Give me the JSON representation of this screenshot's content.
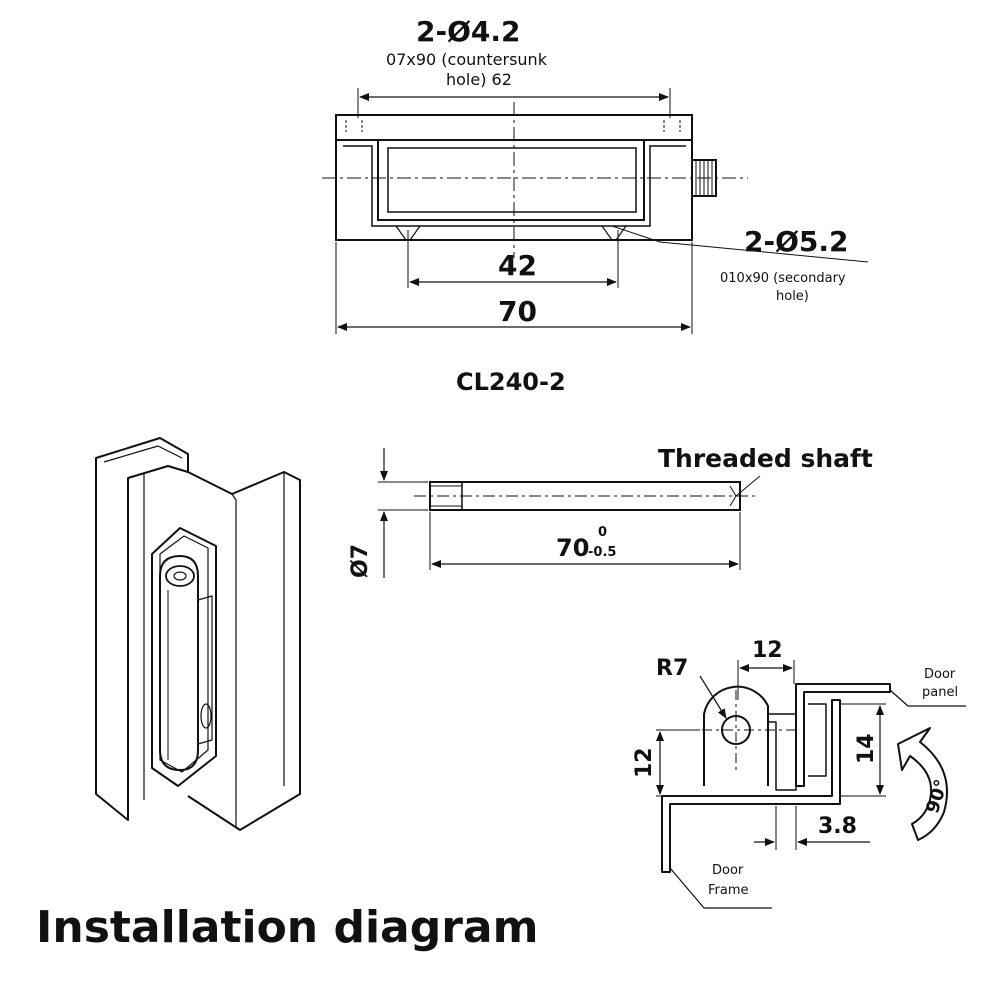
{
  "top_view": {
    "hole1_label": "2-Ø4.2",
    "hole1_note_line1": "07x90 (countersunk",
    "hole1_note_line2": "hole) 62",
    "hole2_label": "2-Ø5.2",
    "hole2_note_line1": "010x90 (secondary",
    "hole2_note_line2": "hole)",
    "dim_inner": "42",
    "dim_outer": "70",
    "model": "CL240-2"
  },
  "shaft_view": {
    "label": "Threaded shaft",
    "diameter": "Ø7",
    "length": "70",
    "tol_upper": "0",
    "tol_lower": "-0.5"
  },
  "section_view": {
    "radius": "R7",
    "dim_top": "12",
    "dim_left": "12",
    "dim_right": "14",
    "dim_bottom": "3.8",
    "angle": "90°",
    "door_panel_line1": "Door",
    "door_panel_line2": "panel",
    "door_frame_line1": "Door",
    "door_frame_line2": "Frame"
  },
  "footer": {
    "title": "Installation diagram"
  }
}
